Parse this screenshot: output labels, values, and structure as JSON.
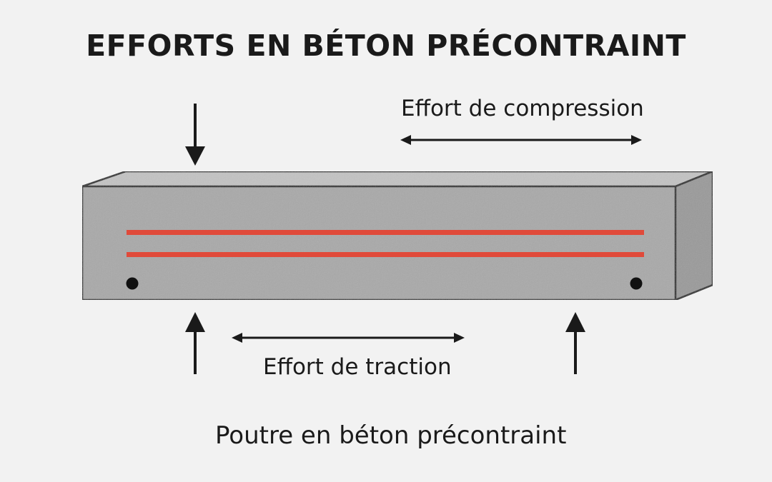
{
  "title": "EFFORTS EN BÉTON PRÉCONTRAINT",
  "compression_label": "Effort de compression",
  "traction_label": "Effort de traction",
  "caption": "Poutre en béton précontraint",
  "colors": {
    "background": "#f2f2f2",
    "beam_front": "#a9a9a9",
    "beam_top": "#c3c3c3",
    "beam_side": "#9a9a9a",
    "outline": "#2a2a2a",
    "tendon": "#e04a3a",
    "arrow": "#1a1a1a",
    "anchor": "#111111"
  }
}
